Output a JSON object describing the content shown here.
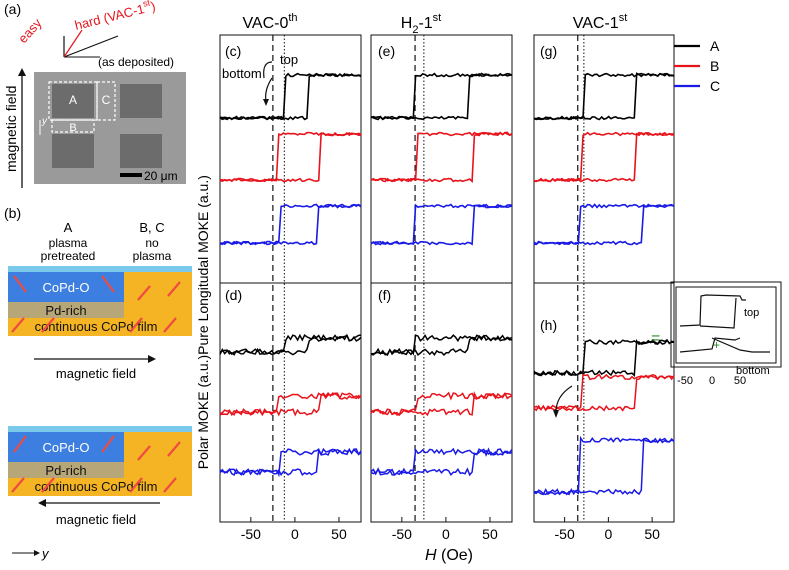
{
  "panel_a": {
    "label": "(a)",
    "easy": "easy",
    "hard_base": "hard (VAC-1",
    "hard_sup": "st",
    "hard_close": ")",
    "as_deposited": "(as deposited)",
    "magnetic_field": "magnetic field",
    "y": "y",
    "regions": [
      "A",
      "B",
      "C"
    ],
    "scale": "20 μm"
  },
  "panel_b": {
    "label": "(b)",
    "col_a": "A",
    "col_bc": "B, C",
    "plasma_pre": "plasma",
    "plasma_pre2": "pretreated",
    "no_plasma": "no",
    "no_plasma2": "plasma",
    "cop_do": "CoPd-O",
    "pd_rich": "Pd-rich",
    "film": "continuous CoPd film",
    "magnetic_field": "magnetic field",
    "y_axis": "y",
    "colors": {
      "blue": "#3d7fe0",
      "orange": "#f5b423",
      "cyan": "#7ac8ea",
      "arrow": "#ef4a43"
    }
  },
  "columns": [
    {
      "base": "VAC-0",
      "sup": "th"
    },
    {
      "base": "H",
      "sub": "2",
      "rest": "-1",
      "sup": "st"
    },
    {
      "base": "VAC-1",
      "sup": "st"
    }
  ],
  "ylabel_top": "Pure Longitudal MOKE  (a.u.)",
  "ylabel_bottom": "Polar MOKE  (a.u.)",
  "top_panels": [
    "(c)",
    "(e)",
    "(g)"
  ],
  "bottom_panels": [
    "(d)",
    "(f)",
    "(h)"
  ],
  "annot": {
    "top": "top",
    "bottom": "bottom"
  },
  "legend": [
    {
      "label": "A",
      "color": "#000000"
    },
    {
      "label": "B",
      "color": "#e8141c"
    },
    {
      "label": "C",
      "color": "#1a1ae6"
    }
  ],
  "xticks": [
    "-50",
    "0",
    "50"
  ],
  "xlabel_italic": "H",
  "xlabel_rest": " (Oe)",
  "inset": {
    "eq": "=",
    "plus": "+",
    "top": "top",
    "bottom": "bottom",
    "ticks": [
      "-50",
      "0",
      "50"
    ]
  },
  "chart_data": {
    "type": "line",
    "xlim": [
      -85,
      75
    ],
    "x_ticks": [
      -50,
      0,
      50
    ],
    "vlines": {
      "VAC-0th": {
        "dashed": -25,
        "dotted": -12
      },
      "H2-1st": {
        "dashed": -35,
        "dotted": -25
      },
      "VAC-1st": {
        "dashed": -35,
        "dotted": -28
      }
    },
    "longitudinal_switching_fields": {
      "VAC-0th": {
        "A": [
          -12,
          14
        ],
        "B": [
          -20,
          28
        ],
        "C": [
          -18,
          27
        ]
      },
      "H2-1st": {
        "A": [
          -35,
          25
        ],
        "B": [
          -33,
          30
        ],
        "C": [
          -35,
          32
        ]
      },
      "VAC-1st": {
        "A": [
          -28,
          30
        ],
        "B": [
          -30,
          30
        ],
        "C": [
          -32,
          40
        ]
      }
    },
    "series": [
      {
        "name": "A"
      },
      {
        "name": "B"
      },
      {
        "name": "C"
      }
    ]
  }
}
